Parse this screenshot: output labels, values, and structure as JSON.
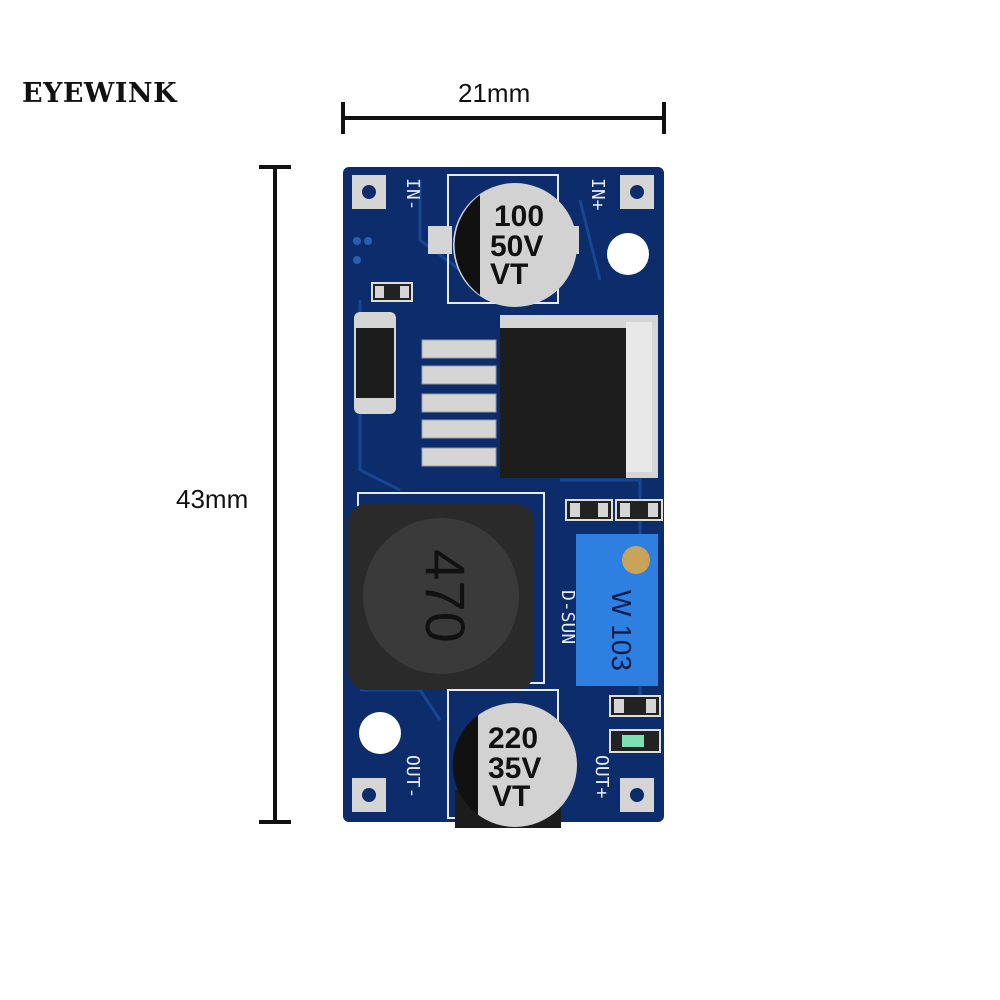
{
  "brand": "EYEWINK",
  "dimensions": {
    "width": "21mm",
    "height": "43mm"
  },
  "silkscreen": {
    "in_minus": "IN-",
    "in_plus": "IN+",
    "out_minus": "OUT-",
    "out_plus": "OUT+",
    "maker": "D-SUN"
  },
  "input_capacitor": {
    "line1": "100",
    "line2": "50V",
    "line3": "VT"
  },
  "output_capacitor": {
    "line1": "220",
    "line2": "35V",
    "line3": "VT"
  },
  "inductor": {
    "marking": "470"
  },
  "potentiometer": {
    "marking": "W 103"
  },
  "colors": {
    "pcb": "#0d2c6b",
    "trace": "#1b4d9c",
    "pad": "#d5d5d5",
    "potentiometer": "#2d7fe0",
    "inductor": "#2a2a2a",
    "capacitor_top": "#d2d2d2"
  }
}
